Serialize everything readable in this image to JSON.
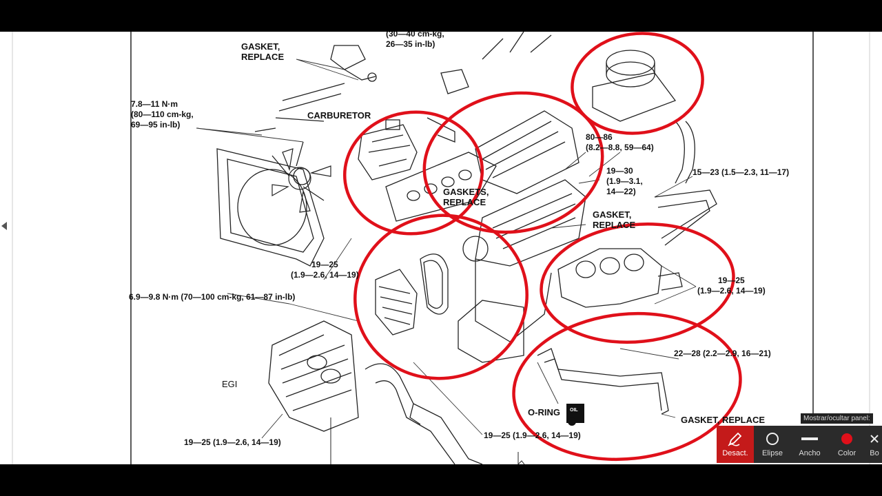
{
  "diagram": {
    "labels": {
      "gasket_replace_top": "GASKET,\nREPLACE",
      "torque_top": "(30—40 cm-kg,\n26—35 in-lb)",
      "torque_fan": "7.8—11 N·m\n(80—110 cm-kg,\n69—95 in-lb)",
      "carburetor": "CARBURETOR",
      "torque_cover": "80—86\n(8.2—8.8, 59—64)",
      "torque_19_30": "19—30\n(1.9—3.1,\n14—22)",
      "torque_15_23": "15—23 (1.5—2.3, 11—17)",
      "gaskets_replace": "GASKETS,\nREPLACE",
      "gasket_replace_mid": "GASKET,\nREPLACE",
      "torque_19_25_left": "19—25\n(1.9—2.6, 14—19)",
      "torque_19_25_right": "19—25\n(1.9—2.6, 14—19)",
      "torque_6_9": "6.9—9.8 N·m (70—100 cm-kg, 61—87 in-lb)",
      "torque_22_28": "22—28 (2.2—2.9, 16—21)",
      "egi": "EGI",
      "o_ring": "O-RING",
      "oil": "OIL",
      "gasket_replace_bottom": "GASKET, REPLACE",
      "torque_19_25_bottom_left": "19—25 (1.9—2.6, 14—19)",
      "torque_19_25_bottom_mid": "19—25 (1.9—2.6, 14—19)"
    },
    "annotation_color": "#e0101a"
  },
  "toolbar": {
    "toggle_tooltip": "Mostrar/ocultar panel:",
    "tools": [
      {
        "label": "Desact.",
        "icon": "pen-icon"
      },
      {
        "label": "Elipse",
        "icon": "ellipse-icon"
      },
      {
        "label": "Ancho",
        "icon": "line-width-icon"
      },
      {
        "label": "Color",
        "icon": "color-dot-icon"
      },
      {
        "label": "Bo",
        "icon": "close-icon"
      }
    ]
  }
}
